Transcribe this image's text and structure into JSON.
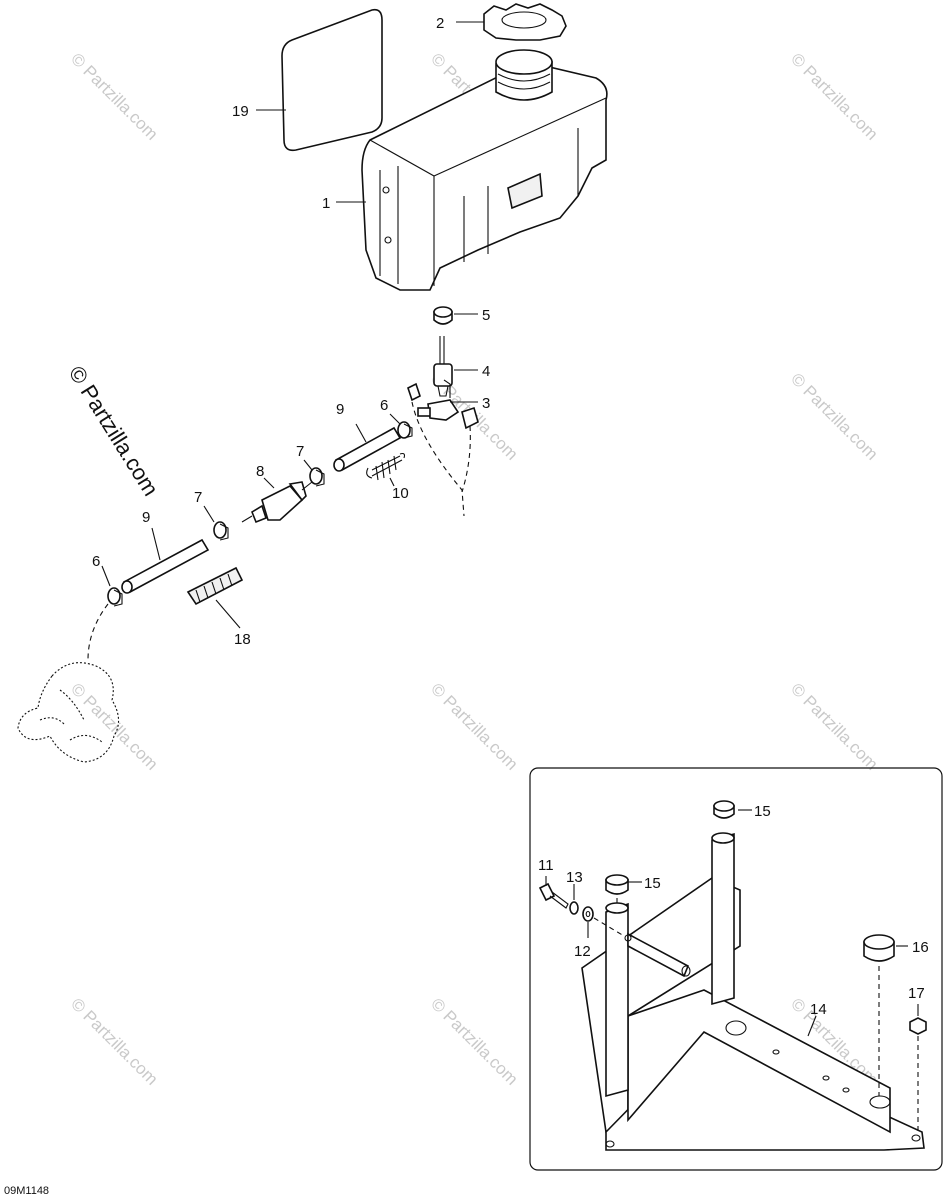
{
  "diagram": {
    "watermark_text": "© Partzilla.com",
    "reference_code": "09M1148",
    "callouts": {
      "c1": "1",
      "c2": "2",
      "c3": "3",
      "c4": "4",
      "c5": "5",
      "c6a": "6",
      "c6b": "6",
      "c7a": "7",
      "c7b": "7",
      "c8": "8",
      "c9a": "9",
      "c9b": "9",
      "c10": "10",
      "c11": "11",
      "c12": "12",
      "c13": "13",
      "c14": "14",
      "c15a": "15",
      "c15b": "15",
      "c16": "16",
      "c17": "17",
      "c18": "18",
      "c19": "19"
    }
  }
}
